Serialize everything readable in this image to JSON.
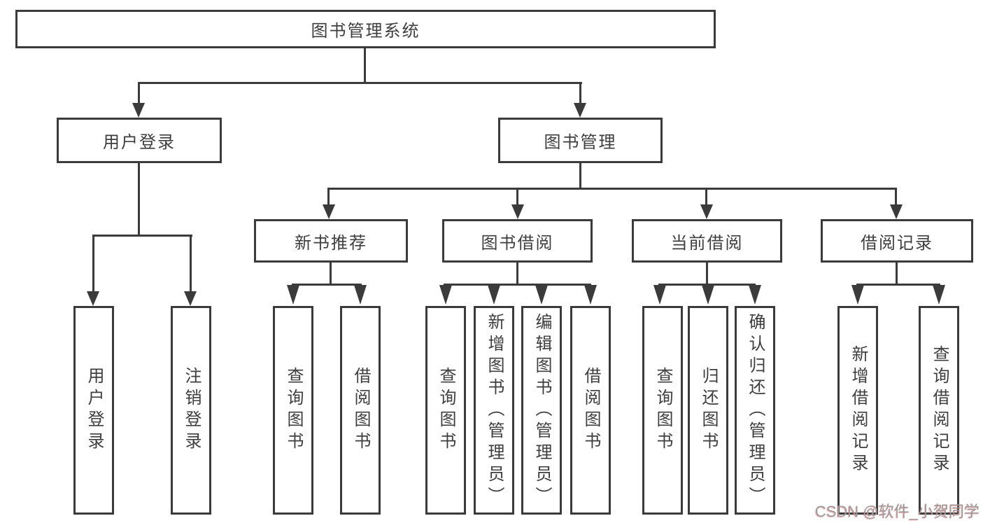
{
  "diagram": {
    "root": {
      "label": "图书管理系统"
    },
    "user": {
      "label": "用户登录",
      "children": [
        {
          "label": "用户登录"
        },
        {
          "label": "注销登录"
        }
      ]
    },
    "book": {
      "label": "图书管理",
      "modules": [
        {
          "label": "新书推荐",
          "children": [
            {
              "label": "查询图书"
            },
            {
              "label": "借阅图书"
            }
          ]
        },
        {
          "label": "图书借阅",
          "children": [
            {
              "label": "查询图书"
            },
            {
              "label": "新增图书（管理员）"
            },
            {
              "label": "编辑图书（管理员）"
            },
            {
              "label": "借阅图书"
            }
          ]
        },
        {
          "label": "当前借阅",
          "children": [
            {
              "label": "查询图书"
            },
            {
              "label": "归还图书"
            },
            {
              "label": "确认归还（管理员）"
            }
          ]
        },
        {
          "label": "借阅记录",
          "children": [
            {
              "label": "新增借阅记录"
            },
            {
              "label": "查询借阅记录"
            }
          ]
        }
      ]
    }
  },
  "watermark": {
    "text": "CSDN @软件_小贺同学"
  },
  "colors": {
    "line": "#3b3b3b",
    "text": "#3e3e3e",
    "background": "#ffffff",
    "watermark": "#9b9b9b"
  }
}
